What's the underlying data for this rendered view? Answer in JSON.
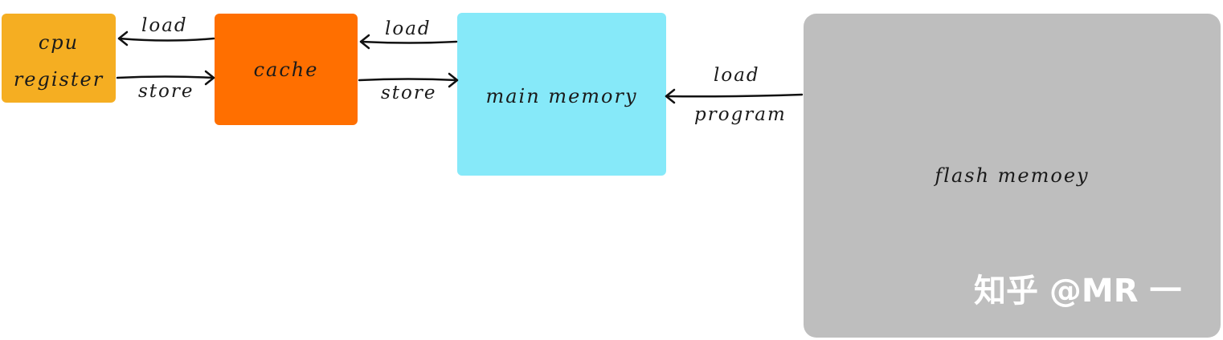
{
  "nodes": {
    "cpu_line1": "cpu",
    "cpu_line2": "register",
    "cache": "cache",
    "main_memory": "main memory",
    "flash_memory": "flash memoey"
  },
  "edges": {
    "cache_to_cpu": "load",
    "cpu_to_cache": "store",
    "main_to_cache": "load",
    "cache_to_main": "store",
    "flash_to_main_line1": "load",
    "flash_to_main_line2": "program"
  },
  "watermark": "知乎 @MR 一",
  "colors": {
    "cpu": "#f5ae22",
    "cache": "#ff6f00",
    "main_memory": "#86e9f9",
    "flash_memory": "#bebebe"
  }
}
